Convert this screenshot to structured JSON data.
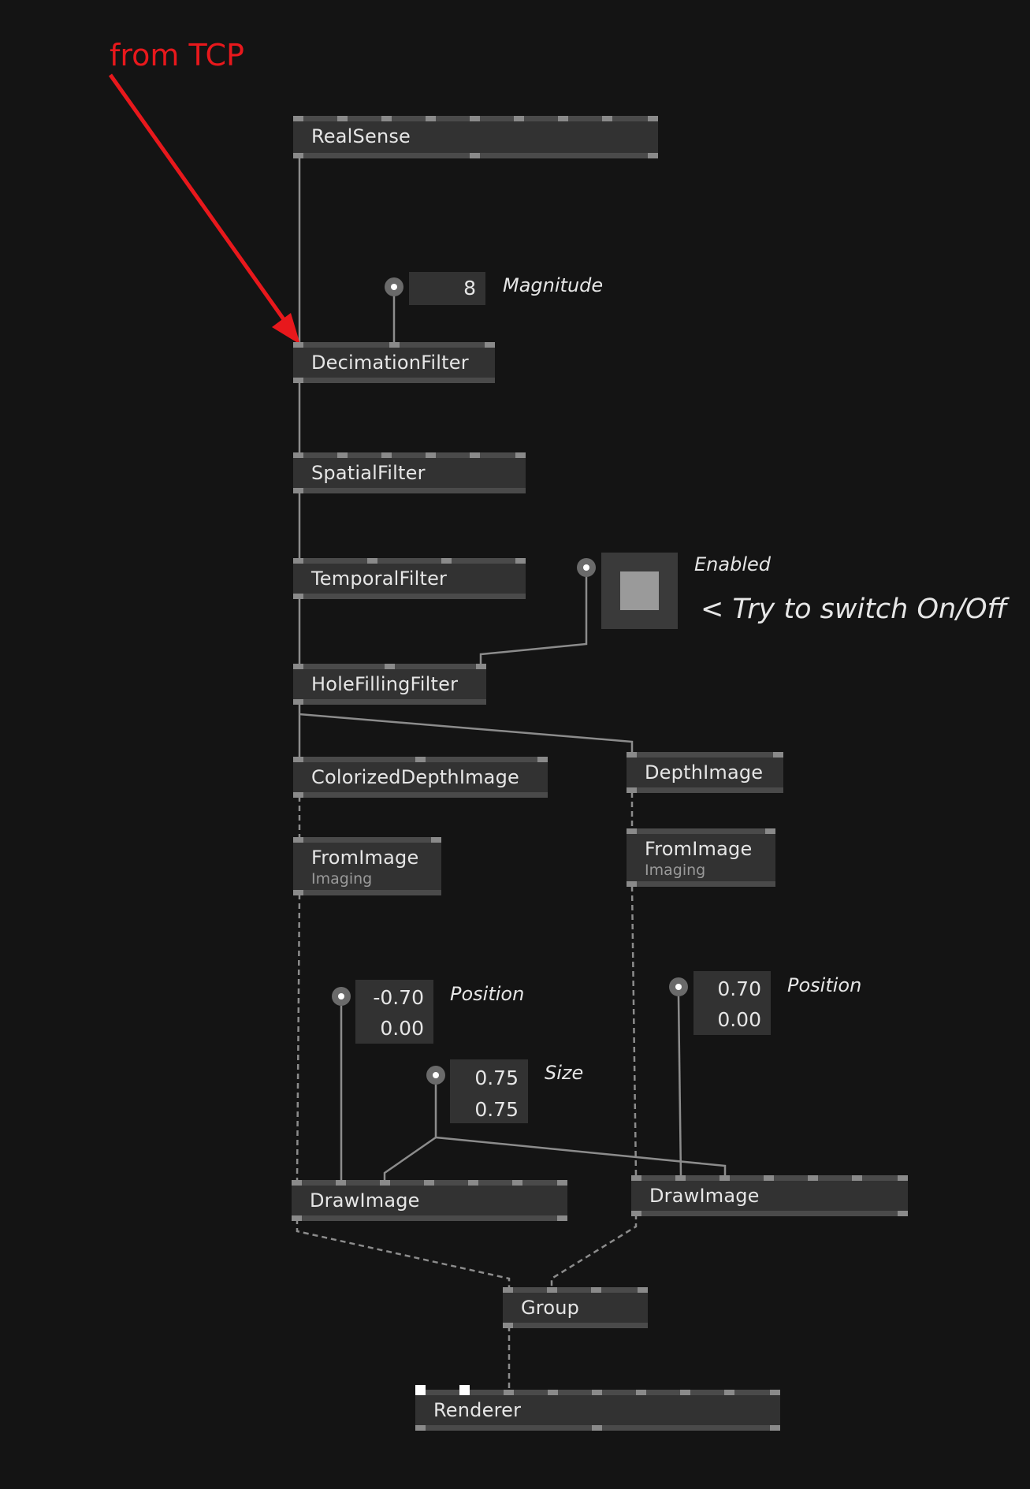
{
  "annotation": {
    "text": "from TCP",
    "color": "#e8181c"
  },
  "nodes": {
    "realsense": {
      "title": "RealSense"
    },
    "decimation": {
      "title": "DecimationFilter"
    },
    "spatial": {
      "title": "SpatialFilter"
    },
    "temporal": {
      "title": "TemporalFilter"
    },
    "holefilling": {
      "title": "HoleFillingFilter"
    },
    "colorized": {
      "title": "ColorizedDepthImage"
    },
    "depthimage": {
      "title": "DepthImage"
    },
    "fromimage_left": {
      "title": "FromImage",
      "category": "Imaging"
    },
    "fromimage_right": {
      "title": "FromImage",
      "category": "Imaging"
    },
    "drawimage_left": {
      "title": "DrawImage"
    },
    "drawimage_right": {
      "title": "DrawImage"
    },
    "group": {
      "title": "Group"
    },
    "renderer": {
      "title": "Renderer"
    }
  },
  "iobox": {
    "magnitude": {
      "value": "8",
      "label": "Magnitude"
    },
    "enabled": {
      "label": "Enabled",
      "hint": "< Try to switch On/Off",
      "state": "off"
    },
    "position_left": {
      "x": "-0.70",
      "y": "0.00",
      "label": "Position"
    },
    "size": {
      "x": "0.75",
      "y": "0.75",
      "label": "Size"
    },
    "position_right": {
      "x": "0.70",
      "y": "0.00",
      "label": "Position"
    }
  },
  "colors": {
    "background": "#141414",
    "node": "#323232",
    "link": "#8a8a8a",
    "text": "#e6e6e6"
  }
}
